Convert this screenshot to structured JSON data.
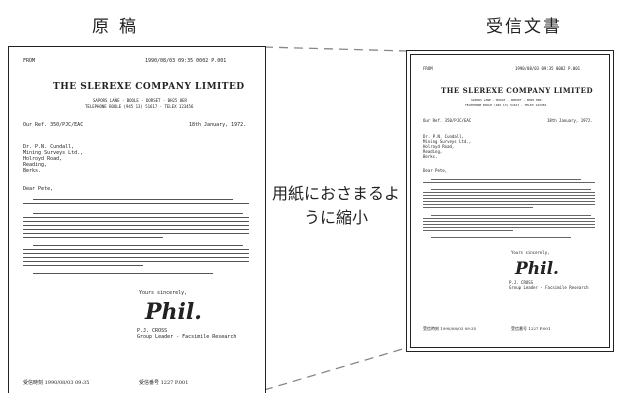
{
  "headers": {
    "original": "原稿",
    "received": "受信文書"
  },
  "caption": "用紙におさまるように縮小",
  "letter": {
    "fax_header_left": "FROM",
    "fax_header_right": "1990/08/03 09:35 0002 P.001",
    "company": "THE SLEREXE COMPANY LIMITED",
    "address_1": "SAPORS LANE · BOOLE · DORSET · BH25 8ER",
    "address_2": "TELEPHONE BOOLE (945 13) 51617 · TELEX 123456",
    "ref": "Our Ref. 350/PJC/EAC",
    "date": "18th January, 1972.",
    "recipient_lines": [
      "Dr. P.N. Cundall,",
      "Mining Surveys Ltd.,",
      "Holroyd Road,",
      "Reading,",
      "Berks."
    ],
    "salutation": "Dear Pete,",
    "signoff": "Yours sincerely,",
    "signature": "Phil.",
    "signer_name": "P.J. CROSS",
    "signer_title": "Group Leader - Facsimile Research",
    "footer_left": "受信時刻 1990/08/03 09:35",
    "footer_right": "受信番号 1227 P.001"
  }
}
